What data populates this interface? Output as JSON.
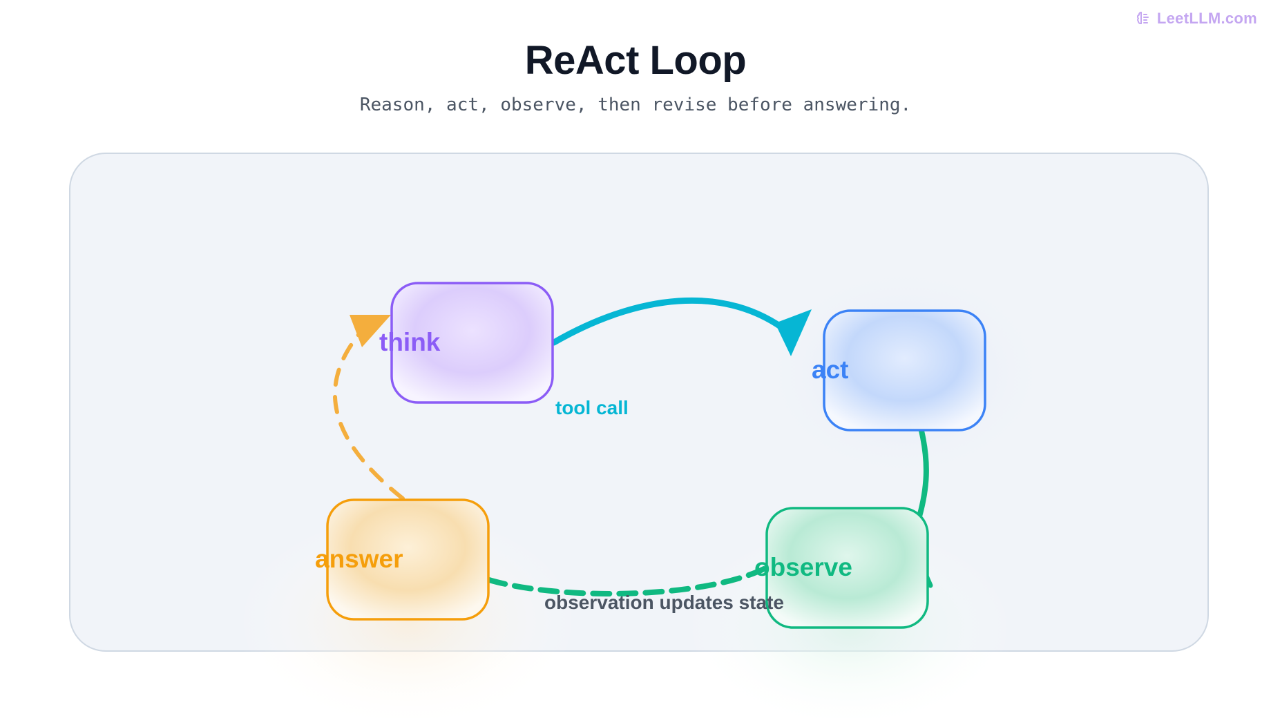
{
  "watermark": {
    "text": "LeetLLM.com",
    "icon": "brain-icon"
  },
  "header": {
    "title": "ReAct Loop",
    "subtitle": "Reason, act, observe, then revise before answering."
  },
  "nodes": {
    "think": {
      "label": "think",
      "color": "#8b5cf6"
    },
    "act": {
      "label": "act",
      "color": "#3b82f6"
    },
    "observe": {
      "label": "observe",
      "color": "#10b981"
    },
    "answer": {
      "label": "answer",
      "color": "#f59e0b"
    }
  },
  "edges": {
    "think_to_act": {
      "label": "tool call",
      "color": "#06b6d4"
    },
    "act_to_observe": {
      "label": "",
      "color": "#10b981"
    },
    "observe_to_answer": {
      "label": "observation updates state",
      "color": "#10b981"
    },
    "answer_to_think": {
      "label": "",
      "color": "#f59e0b"
    }
  }
}
